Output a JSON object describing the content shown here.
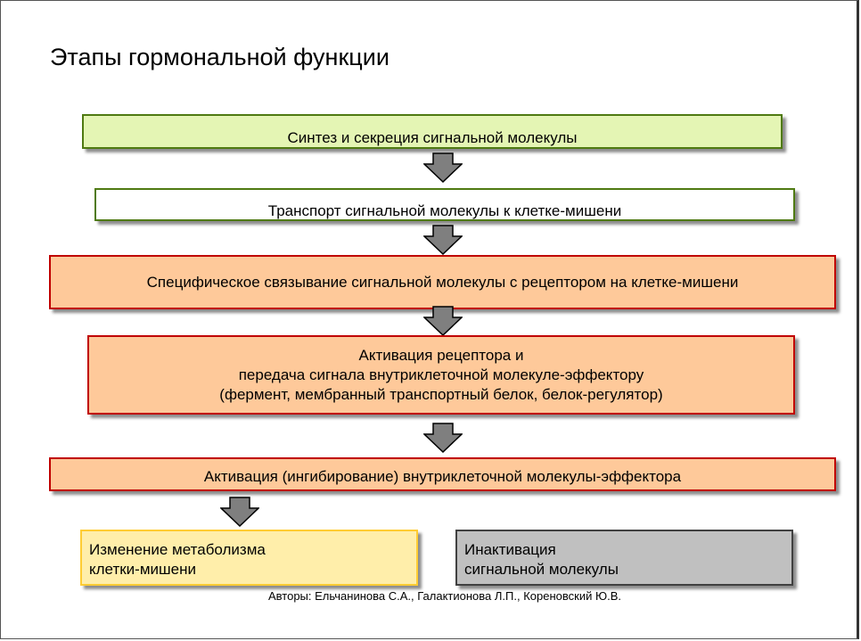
{
  "title": "Этапы гормональной функции",
  "steps": {
    "synthesis": "Синтез и секреция сигнальной молекулы",
    "transport": "Транспорт сигнальной молекулы к клетке-мишени",
    "binding": "Специфическое связывание сигнальной молекулы с рецептором на клетке-мишени",
    "activation_lines": [
      "Активация рецептора и",
      "передача сигнала внутриклеточной молекуле-эффектору",
      "(фермент, мембранный транспортный белок, белок-регулятор)"
    ],
    "effector": "Активация (ингибирование) внутриклеточной молекулы-эффектора",
    "metabolism_lines": [
      "Изменение метаболизма",
      "клетки-мишени"
    ],
    "inactivation_lines": [
      "Инактивация",
      "сигнальной молекулы"
    ]
  },
  "colors": {
    "green_box": "#e4f5b4",
    "green_border": "#4f7a12",
    "orange_box": "#fec99a",
    "red_border": "#c00000",
    "yellow_box": "#ffeeaa",
    "gray_box": "#c0c0c0",
    "arrow": "#7f7f7f"
  },
  "credits": "Авторы: Ельчанинова С.А., Галактионова Л.П., Кореновский Ю.В."
}
